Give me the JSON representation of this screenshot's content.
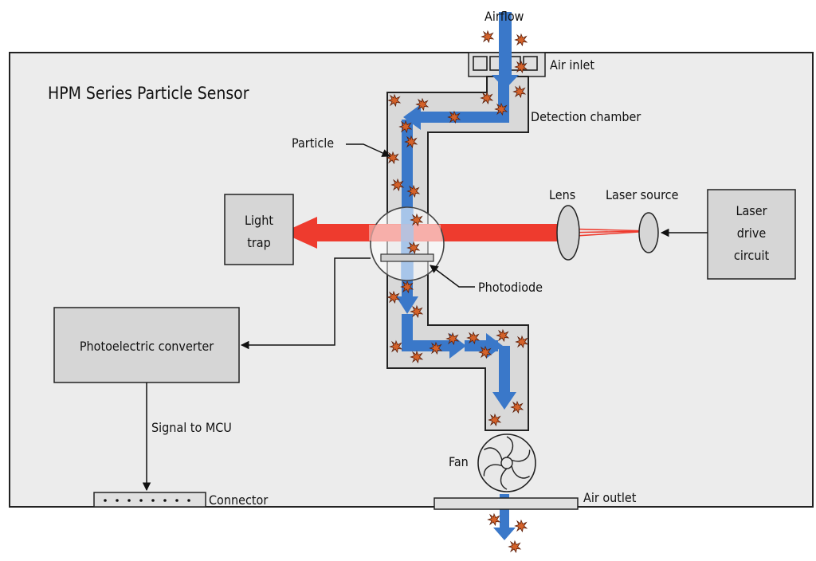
{
  "title": "HPM Series Particle Sensor",
  "labels": {
    "airflow": "Airflow",
    "air_inlet": "Air inlet",
    "detection_chamber": "Detection chamber",
    "particle": "Particle",
    "lens": "Lens",
    "laser_source": "Laser source",
    "laser_drive_1": "Laser",
    "laser_drive_2": "drive",
    "laser_drive_3": "circuit",
    "light_trap_1": "Light",
    "light_trap_2": "trap",
    "photodiode": "Photodiode",
    "photoelectric_converter": "Photoelectric converter",
    "signal_to_mcu": "Signal to MCU",
    "connector": "Connector",
    "fan": "Fan",
    "air_outlet": "Air outlet"
  },
  "colors": {
    "housing": "#ececec",
    "chamber": "#d9d9d9",
    "airflow_arrow": "#3a78c9",
    "laser_beam": "#ee3b2e",
    "particle": "#d4622a",
    "box": "#d6d6d6"
  }
}
